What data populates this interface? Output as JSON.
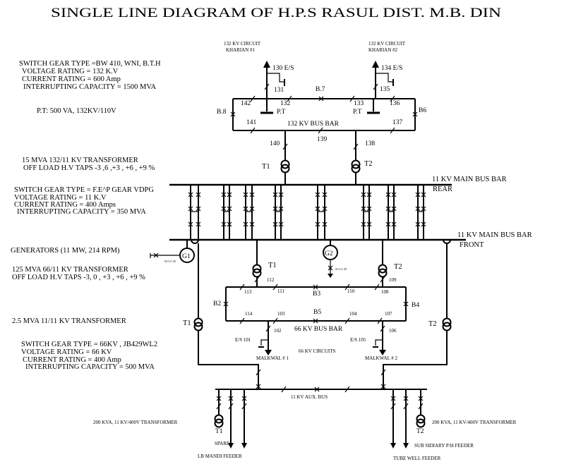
{
  "title": "SINGLE LINE DIAGRAM OF H.P.S RASUL DIST. M.B. DIN",
  "circuits_132": {
    "left": [
      "132 KV CIRCUIT",
      "KHARIAN #1"
    ],
    "right": [
      "132 KV CIRCUIT",
      "KHARIAN #2"
    ]
  },
  "switchgear_132": [
    "SWITCH GEAR TYPE =BW 410, WNI, B.T.H",
    "VOLTAGE RATING = 132 K.V",
    "CURRENT RATING = 600 Amp",
    "INTERRUPTING CAPACITY = 1500 MVA"
  ],
  "pt_rating": "P.T: 500 VA, 132KV/110V",
  "es_132": [
    "130 E/S",
    "134 E/S"
  ],
  "breakers_132": [
    "131",
    "142",
    "132",
    "B.7",
    "133",
    "135",
    "136",
    "B.8",
    "B6",
    "141",
    "137",
    "140",
    "139",
    "138"
  ],
  "pt_labels": [
    "P.T",
    "P.T"
  ],
  "bus_132": "132 KV   BUS BAR",
  "transformer_15": [
    "15 MVA 132/11 KV TRANSFORMER",
    "OFF LOAD H.V TAPS     -3 ,6 ,+3 , +6 , +9 %"
  ],
  "t_labels": [
    "T1",
    "T2"
  ],
  "switchgear_11": [
    "SWITCH GEAR TYPE = F.E^P GEAR VDPG",
    "VOLTAGE RATING = 11 K.V",
    "CURRENT RATING = 400 Amps",
    "INTERRUPTING CAPACITY = 350 MVA"
  ],
  "bus_11_rear": [
    "11 KV MAIN BUS BAR",
    "REAR"
  ],
  "bus_11_front": [
    "11 KV MAIN BUS BAR",
    "FRONT"
  ],
  "generators": "GENERATORS   (11 MW,  214 RPM)",
  "gen_labels": [
    "G1",
    "G2"
  ],
  "nocb": [
    "N.O.C.B",
    "N.O.C.B"
  ],
  "transformer_125": [
    "125 MVA 66/11 KV TRANSFORMER",
    "OFF LOAD H.V TAPS     -3, 0 , +3 , +6 , +9 %"
  ],
  "t66_labels": [
    "T1",
    "T2"
  ],
  "breakers_66": [
    "112",
    "109",
    "113",
    "111",
    "B3",
    "110",
    "108",
    "B2",
    "B4",
    "114",
    "103",
    "B5",
    "104",
    "107",
    "102",
    "106"
  ],
  "bus_66": "66 KV BUS BAR",
  "transformer_2_5": "2.5 MVA 11/11 KV TRANSFORMER",
  "t25_labels": [
    "T1",
    "T2"
  ],
  "es_66": [
    "E/S 101",
    "E/S 105"
  ],
  "circuits_66": "66 KV CIRCUITS",
  "switchgear_66": [
    "SWITCH GEAR TYPE = 66KV , JB429WL2",
    "VOLTAGE RATING = 66 KV",
    "CURRENT RATING = 400 Amp",
    "INTERRUPTING CAPACITY = 500 MVA"
  ],
  "malkwal": [
    "MALKWAL # 1",
    "MALKWAL # 2"
  ],
  "aux_bus": "11 KV AUX.  BUS",
  "transformer_200": [
    "200 KVA, 11 KV/400V TRANSFORMER",
    "200 KVA, 11 KV/400V TRANSFORMER"
  ],
  "aux_t": [
    "T1",
    "T2"
  ],
  "feeders": {
    "spare": "SPARE",
    "lb_mandi": "LB MANDI FEEDER",
    "subsidiary": "SUB SIDIARY P/H  FEEDER",
    "tube_well": "TUBE WELL FEEDER"
  }
}
